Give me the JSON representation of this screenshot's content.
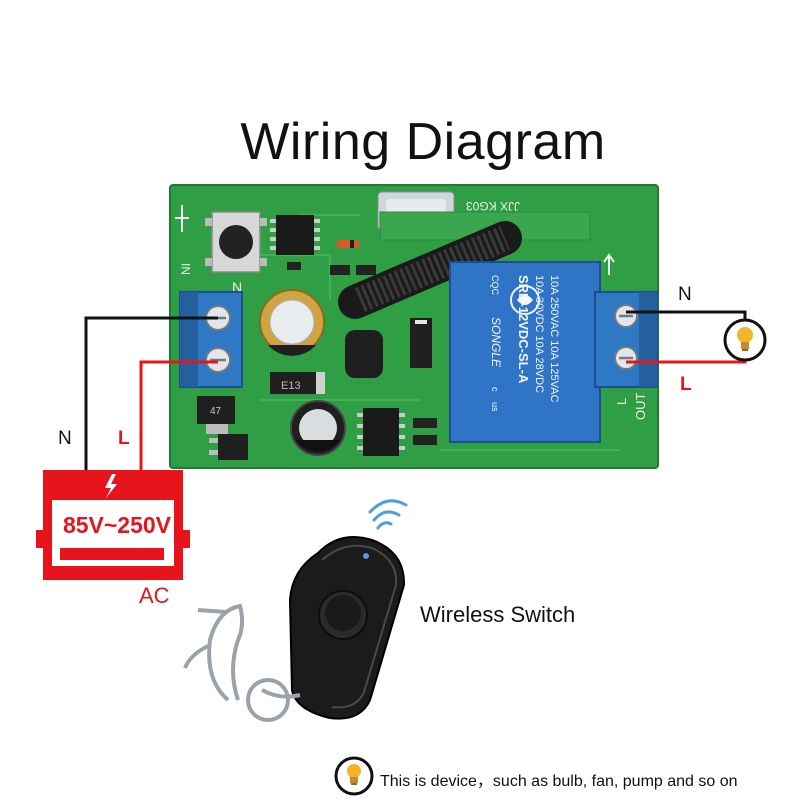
{
  "title": "Wiring Diagram",
  "labels": {
    "input_neutral": "N",
    "input_live": "L",
    "output_neutral": "N",
    "output_live": "L",
    "power_type": "AC",
    "voltage_range": "85V~250V"
  },
  "remote": {
    "caption": "Wireless Switch"
  },
  "legend": {
    "text": "This is device，such as bulb, fan, pump and so on"
  },
  "board": {
    "relay_lines": [
      "10A 250VAC  10A 125VAC",
      "10A  30VDC  10A  28VDC",
      "SRD-12VDC-SL-A"
    ],
    "relay_brand": "SONGLE",
    "relay_marks": [
      "CQC",
      "us",
      "c"
    ],
    "silk_top": "JJX KG03",
    "silk_left": "NI",
    "silk_terminal": "N",
    "silk_out": "OUT",
    "silk_l": "L",
    "component_marks": [
      "47",
      "E13"
    ]
  },
  "colors": {
    "board_green": "#2f9e44",
    "terminal_blue": "#2f78c4",
    "relay_blue": "#2f74c7",
    "power_red": "#e8141b",
    "wire_red": "#e8141b",
    "wire_black": "#111111"
  },
  "icons": {
    "device": "lightbulb-icon",
    "power": "lightning-icon",
    "signal": "wireless-signal-icon"
  }
}
